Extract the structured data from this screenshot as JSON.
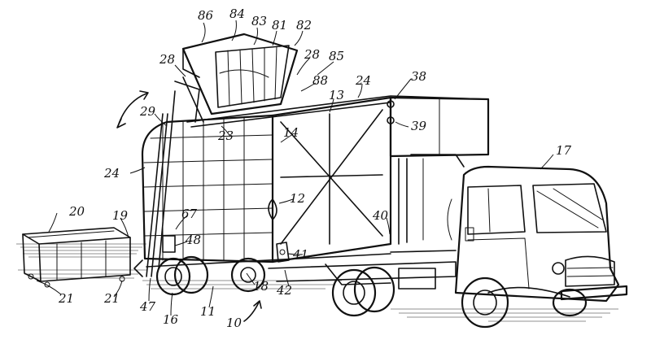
{
  "figure": {
    "reference_numerals": {
      "n10": "10",
      "n11": "11",
      "n12": "12",
      "n13": "13",
      "n14": "14",
      "n16": "16",
      "n17": "17",
      "n18": "18",
      "n19": "19",
      "n20": "20",
      "n21a": "21",
      "n21b": "21",
      "n23": "23",
      "n24a": "24",
      "n24b": "24",
      "n28a": "28",
      "n28b": "28",
      "n29": "29",
      "n38": "38",
      "n39": "39",
      "n40": "40",
      "n41": "41",
      "n42": "42",
      "n47": "47",
      "n48": "48",
      "n67": "67",
      "n81": "81",
      "n82": "82",
      "n83": "83",
      "n84": "84",
      "n85": "85",
      "n86": "86",
      "n88": "88"
    },
    "colors": {
      "ink": "#111111",
      "paper": "#ffffff"
    }
  }
}
